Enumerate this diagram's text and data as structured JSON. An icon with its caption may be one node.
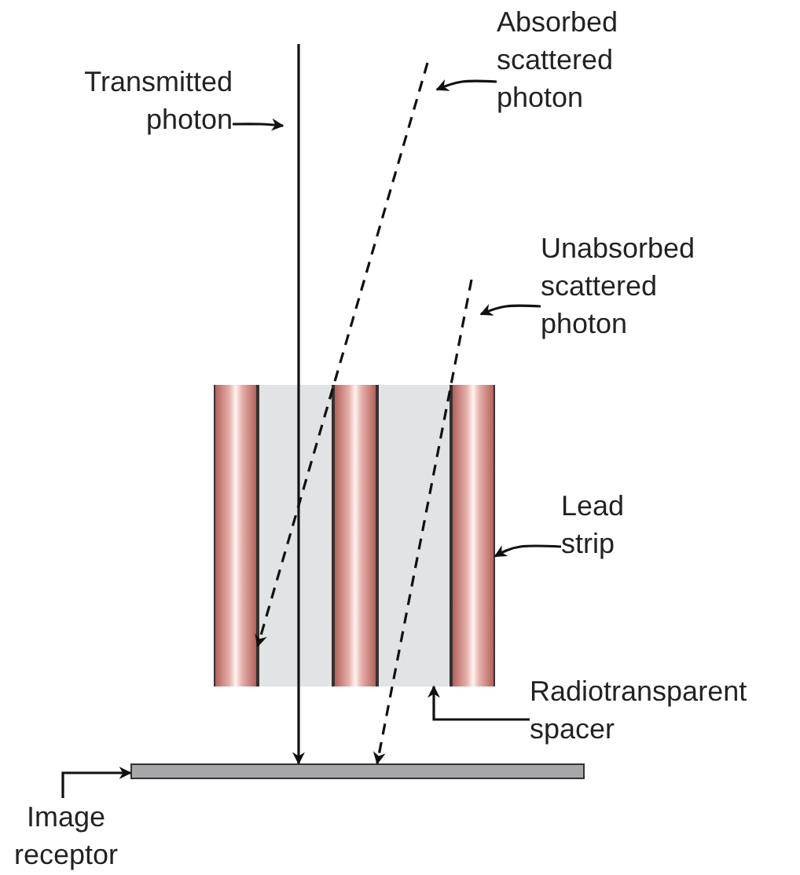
{
  "diagram": {
    "nodes": [
      {
        "text": [
          "Transmitted photon"
        ]
      },
      {
        "text": [
          "Absorbed scattered photon"
        ]
      },
      {
        "text": [
          "Unabsorbed scattered photon"
        ]
      },
      {
        "text": [],
        "shape": "box"
      },
      {
        "text": [],
        "shape": "bar",
        "in": 3
      },
      {
        "text": [],
        "shape": "bar",
        "in": 3
      },
      {
        "text": [],
        "shape": "bar",
        "in": 3
      },
      {
        "text": [],
        "shape": "bar",
        "in": 3
      },
      {
        "text": [],
        "shape": "bar",
        "in": 3
      },
      {
        "text": [
          "Lead strip"
        ]
      },
      {
        "text": [
          "Radiotransparent spacer"
        ]
      },
      {
        "text": [],
        "shape": "bar"
      },
      {
        "text": [
          "Image receptor"
        ]
      }
    ],
    "edges": [
      {
        "from": null,
        "to": 11,
        "arrow": "to"
      },
      {
        "from": null,
        "to": 4,
        "arrow": "to",
        "style": "dashed"
      },
      {
        "from": null,
        "to": 11,
        "arrow": "to",
        "style": "dashed"
      },
      {
        "from": 0,
        "to": null,
        "arrow": "to"
      },
      {
        "from": 1,
        "to": null,
        "arrow": "to"
      },
      {
        "from": 2,
        "to": null,
        "arrow": "to"
      },
      {
        "from": 9,
        "to": 8,
        "arrow": "to"
      },
      {
        "from": 10,
        "to": 7,
        "arrow": "to"
      },
      {
        "from": 12,
        "to": 11,
        "arrow": "to"
      }
    ]
  }
}
